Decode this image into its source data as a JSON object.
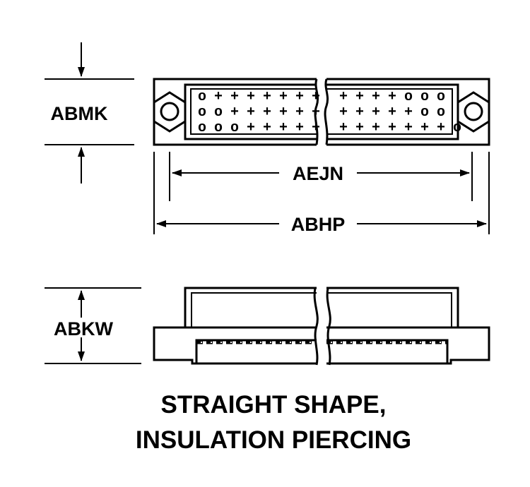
{
  "dimensions": {
    "height_top": "ABMK",
    "inner_width": "AEJN",
    "overall_width": "ABHP",
    "height_side": "ABKW"
  },
  "title": {
    "line1": "STRAIGHT SHAPE,",
    "line2": "INSULATION PIERCING"
  },
  "pins": {
    "left_rows": [
      "o+++++++",
      "oo++++++",
      "ooo+++++"
    ],
    "right_rows": [
      "++++ooo",
      "+++++oo",
      "+++++++o"
    ]
  }
}
